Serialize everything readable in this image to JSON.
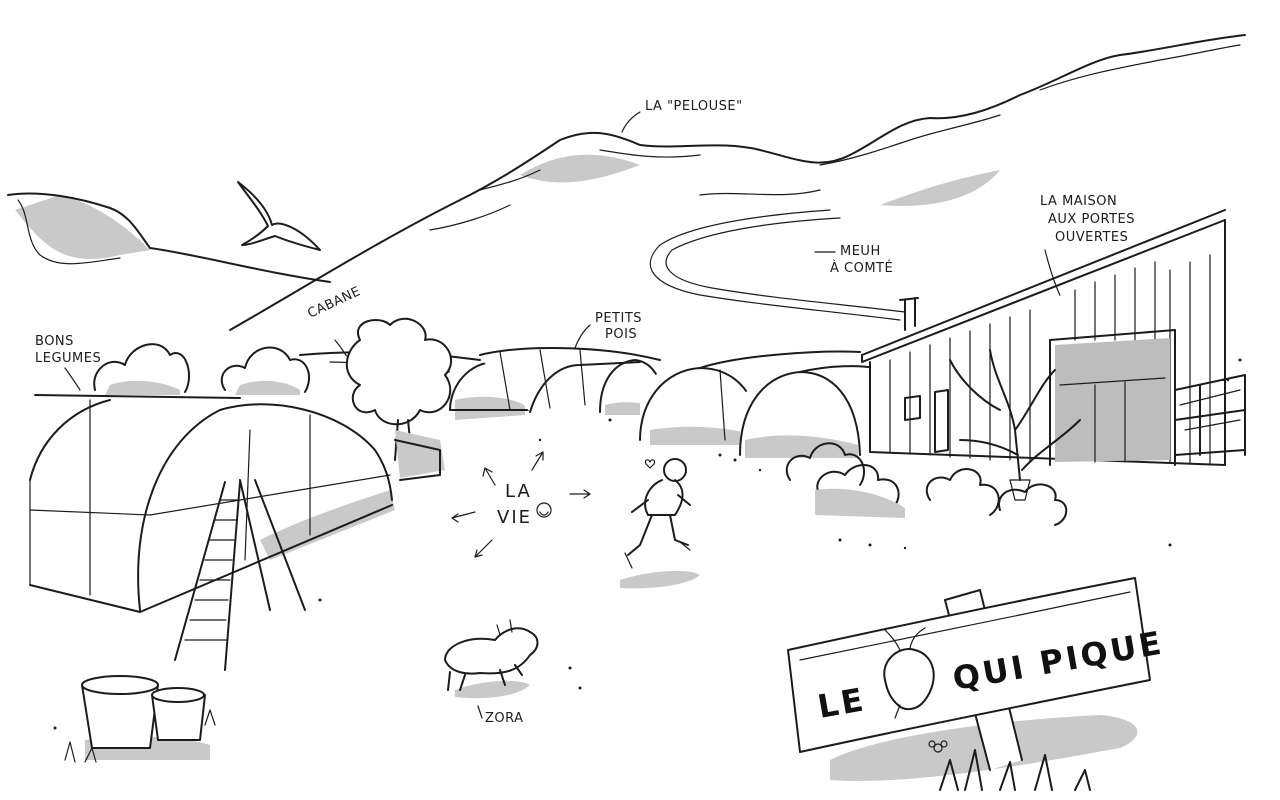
{
  "labels": {
    "pelouse": "LA \"PELOUSE\"",
    "maison_line1": "LA MAISON",
    "maison_line2": "AUX PORTES",
    "maison_line3": "OUVERTES",
    "meuh_line1": "MEUH",
    "meuh_line2": "À COMTÉ",
    "petits_line1": "PETITS",
    "petits_line2": "POIS",
    "cabane": "CABANE",
    "bons_line1": "BONS",
    "bons_line2": "LEGUMES",
    "vie_line1": "LA",
    "vie_line2": "VIE",
    "zora": "ZORA"
  },
  "sign": {
    "word1": "LE",
    "word2": "QUI PIQUE"
  },
  "icons": [
    "bird-icon",
    "pig-icon",
    "radish-icon",
    "smiley-icon",
    "heart-icon",
    "flower-icon"
  ]
}
